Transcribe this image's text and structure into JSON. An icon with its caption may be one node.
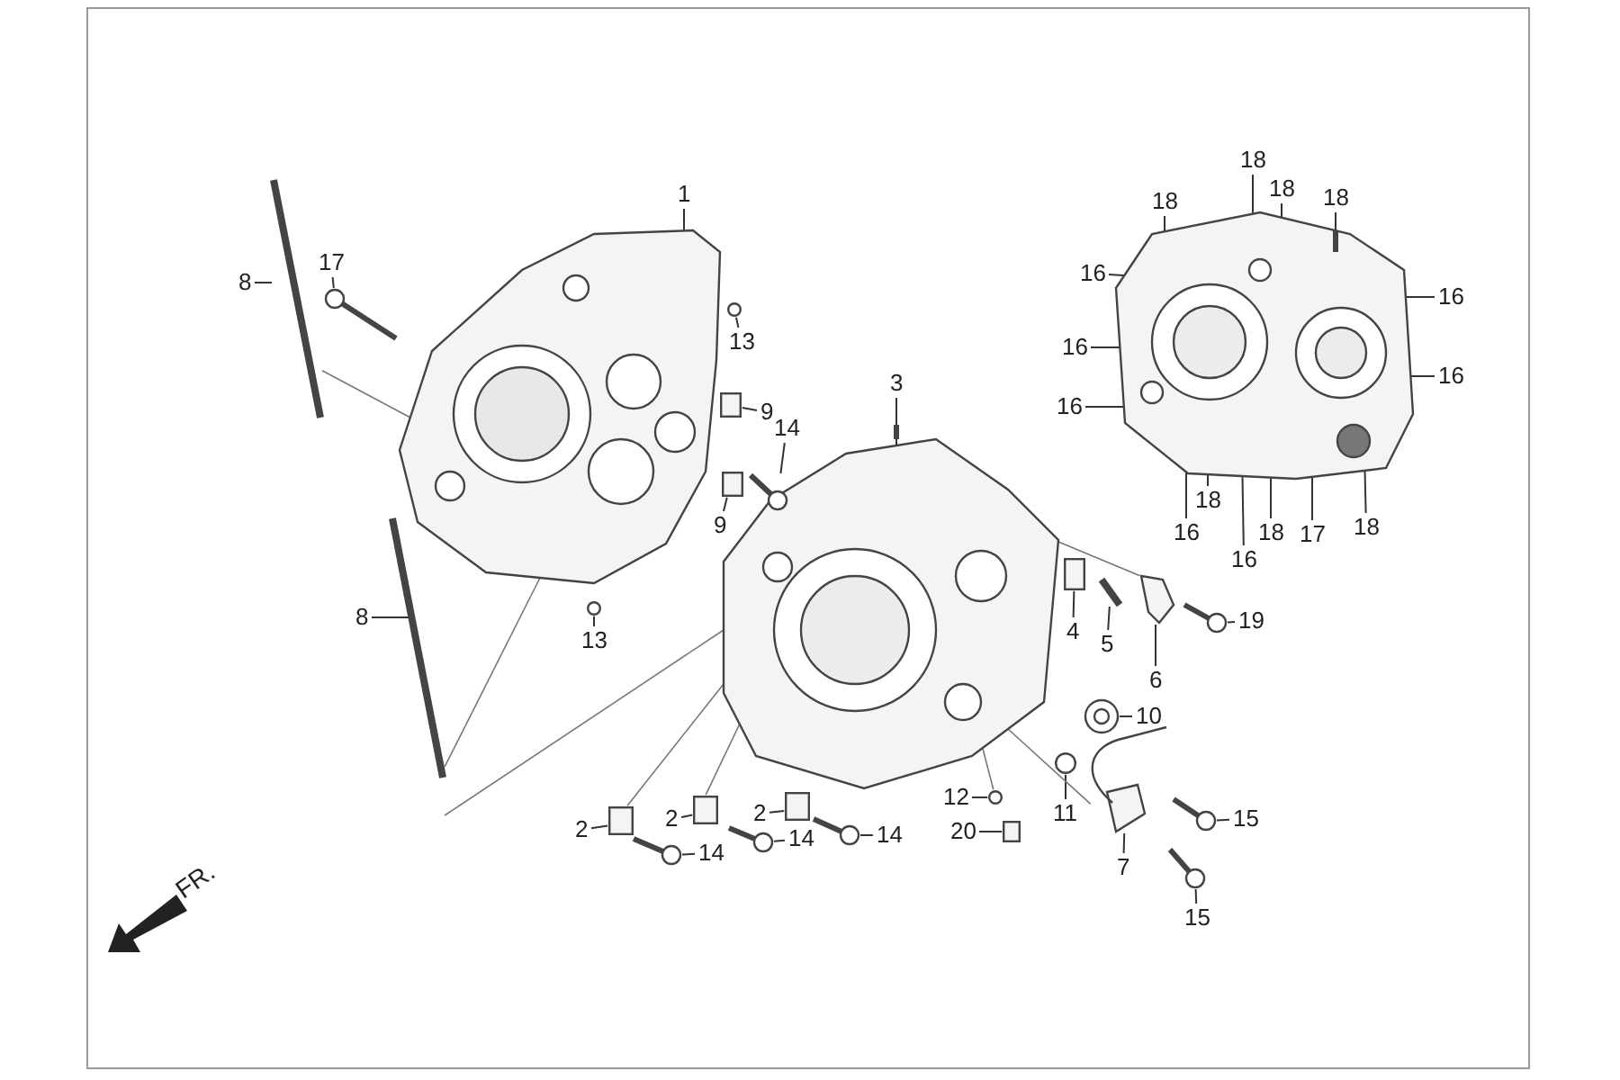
{
  "diagram": {
    "nodes": [
      {
        "text": [
          "18"
        ]
      },
      {
        "text": [
          "18"
        ]
      },
      {
        "text": [
          "18"
        ]
      },
      {
        "text": [
          "18"
        ]
      },
      {
        "text": [
          "1"
        ]
      },
      {
        "text": [
          "8"
        ]
      },
      {
        "text": [
          "17"
        ]
      },
      {
        "text": [
          "16"
        ]
      },
      {
        "text": [
          "16"
        ]
      },
      {
        "text": [
          "13"
        ]
      },
      {
        "text": [
          "16"
        ]
      },
      {
        "text": [
          "16"
        ]
      },
      {
        "text": [
          "3"
        ]
      },
      {
        "text": [
          "16"
        ]
      },
      {
        "text": [
          "9"
        ]
      },
      {
        "text": [
          "14"
        ]
      },
      {
        "text": [
          "18"
        ]
      },
      {
        "text": [
          "9"
        ]
      },
      {
        "text": [
          "17"
        ]
      },
      {
        "text": [
          "18"
        ]
      },
      {
        "text": [
          "16"
        ]
      },
      {
        "text": [
          "18"
        ]
      },
      {
        "text": [
          "16"
        ]
      },
      {
        "text": [
          "8"
        ]
      },
      {
        "text": [
          "19"
        ]
      },
      {
        "text": [
          "4"
        ]
      },
      {
        "text": [
          "13"
        ]
      },
      {
        "text": [
          "5"
        ]
      },
      {
        "text": [
          "6"
        ]
      },
      {
        "text": [
          "10"
        ]
      },
      {
        "text": [
          "12"
        ]
      },
      {
        "text": [
          "11"
        ]
      },
      {
        "text": [
          "2"
        ]
      },
      {
        "text": [
          "2"
        ]
      },
      {
        "text": [
          "2"
        ]
      },
      {
        "text": [
          "15"
        ]
      },
      {
        "text": [
          "20"
        ]
      },
      {
        "text": [
          "14"
        ]
      },
      {
        "text": [
          "14"
        ]
      },
      {
        "text": [
          "14"
        ]
      },
      {
        "text": [
          "7"
        ]
      },
      {
        "text": [
          "15"
        ]
      },
      {
        "text": [],
        "shape": "picture"
      },
      {
        "text": [],
        "shape": "picture"
      },
      {
        "text": [],
        "shape": "picture"
      },
      {
        "text": [],
        "shape": "picture"
      },
      {
        "text": [],
        "shape": "picture"
      },
      {
        "text": [],
        "shape": "picture"
      },
      {
        "text": [],
        "shape": "circle"
      },
      {
        "text": [],
        "shape": "circle"
      },
      {
        "text": [],
        "shape": "box"
      },
      {
        "text": [],
        "shape": "box"
      },
      {
        "text": [],
        "shape": "picture"
      },
      {
        "text": [],
        "shape": "box"
      },
      {
        "text": [],
        "shape": "picture"
      },
      {
        "text": [],
        "shape": "picture"
      },
      {
        "text": [],
        "shape": "picture"
      },
      {
        "text": [],
        "shape": "picture"
      },
      {
        "text": [],
        "shape": "circle"
      },
      {
        "text": [],
        "shape": "circle"
      },
      {
        "text": [],
        "shape": "box"
      },
      {
        "text": [],
        "shape": "picture"
      },
      {
        "text": [],
        "shape": "picture"
      },
      {
        "text": [],
        "shape": "picture"
      },
      {
        "text": [],
        "shape": "box"
      },
      {
        "text": [],
        "shape": "box"
      },
      {
        "text": [],
        "shape": "box"
      },
      {
        "text": [],
        "shape": "picture"
      },
      {
        "text": [],
        "shape": "picture"
      },
      {
        "text": [],
        "shape": "picture"
      }
    ],
    "edges": [
      {
        "from": 0,
        "to": 43,
        "arrow": "none"
      },
      {
        "from": 1,
        "to": 43,
        "arrow": "none"
      },
      {
        "from": 2,
        "to": 43,
        "arrow": "none"
      },
      {
        "from": 3,
        "to": 43,
        "arrow": "none"
      },
      {
        "from": 4,
        "to": 42,
        "arrow": "none"
      },
      {
        "from": 5,
        "to": 45,
        "arrow": "none"
      },
      {
        "from": 6,
        "to": 47,
        "arrow": "none"
      },
      {
        "from": 7,
        "to": 43,
        "arrow": "none"
      },
      {
        "from": 8,
        "to": 43,
        "arrow": "none"
      },
      {
        "from": 9,
        "to": 48,
        "arrow": "none"
      },
      {
        "from": 10,
        "to": 43,
        "arrow": "none"
      },
      {
        "from": 11,
        "to": 43,
        "arrow": "none"
      },
      {
        "from": 12,
        "to": 44,
        "arrow": "none"
      },
      {
        "from": 13,
        "to": 43,
        "arrow": "none"
      },
      {
        "from": 14,
        "to": 50,
        "arrow": "none"
      },
      {
        "from": 15,
        "to": 52,
        "arrow": "none"
      },
      {
        "from": 16,
        "to": 43,
        "arrow": "none"
      },
      {
        "from": 17,
        "to": 51,
        "arrow": "none"
      },
      {
        "from": 18,
        "to": 43,
        "arrow": "none"
      },
      {
        "from": 19,
        "to": 43,
        "arrow": "none"
      },
      {
        "from": 20,
        "to": 43,
        "arrow": "none"
      },
      {
        "from": 21,
        "to": 43,
        "arrow": "none"
      },
      {
        "from": 22,
        "to": 43,
        "arrow": "none"
      },
      {
        "from": 23,
        "to": 46,
        "arrow": "none"
      },
      {
        "from": 24,
        "to": 56,
        "arrow": "none"
      },
      {
        "from": 25,
        "to": 53,
        "arrow": "none"
      },
      {
        "from": 26,
        "to": 49,
        "arrow": "none"
      },
      {
        "from": 27,
        "to": 54,
        "arrow": "none"
      },
      {
        "from": 28,
        "to": 55,
        "arrow": "none"
      },
      {
        "from": 29,
        "to": 57,
        "arrow": "none"
      },
      {
        "from": 30,
        "to": 59,
        "arrow": "none"
      },
      {
        "from": 31,
        "to": 58,
        "arrow": "none"
      },
      {
        "from": 32,
        "to": 64,
        "arrow": "none"
      },
      {
        "from": 33,
        "to": 65,
        "arrow": "none"
      },
      {
        "from": 34,
        "to": 66,
        "arrow": "none"
      },
      {
        "from": 35,
        "to": 62,
        "arrow": "none"
      },
      {
        "from": 36,
        "to": 60,
        "arrow": "none"
      },
      {
        "from": 37,
        "to": 67,
        "arrow": "none"
      },
      {
        "from": 38,
        "to": 68,
        "arrow": "none"
      },
      {
        "from": 39,
        "to": 69,
        "arrow": "none"
      },
      {
        "from": 40,
        "to": 61,
        "arrow": "none"
      },
      {
        "from": 41,
        "to": 63,
        "arrow": "none"
      },
      {
        "from": 45,
        "to": 42,
        "arrow": "none",
        "color": "#777777"
      },
      {
        "from": 46,
        "to": 42,
        "arrow": "none",
        "color": "#777777"
      },
      {
        "from": 46,
        "to": 44,
        "arrow": "none",
        "color": "#777777"
      },
      {
        "from": 64,
        "to": 44,
        "arrow": "none",
        "color": "#777777"
      },
      {
        "from": 65,
        "to": 44,
        "arrow": "none",
        "color": "#777777"
      },
      {
        "from": 55,
        "to": 44,
        "arrow": "none",
        "color": "#777777"
      },
      {
        "from": 59,
        "to": 44,
        "arrow": "none",
        "color": "#777777"
      },
      {
        "from": 61,
        "to": 44,
        "arrow": "none",
        "color": "#777777"
      }
    ],
    "labels": [
      "FR."
    ]
  }
}
